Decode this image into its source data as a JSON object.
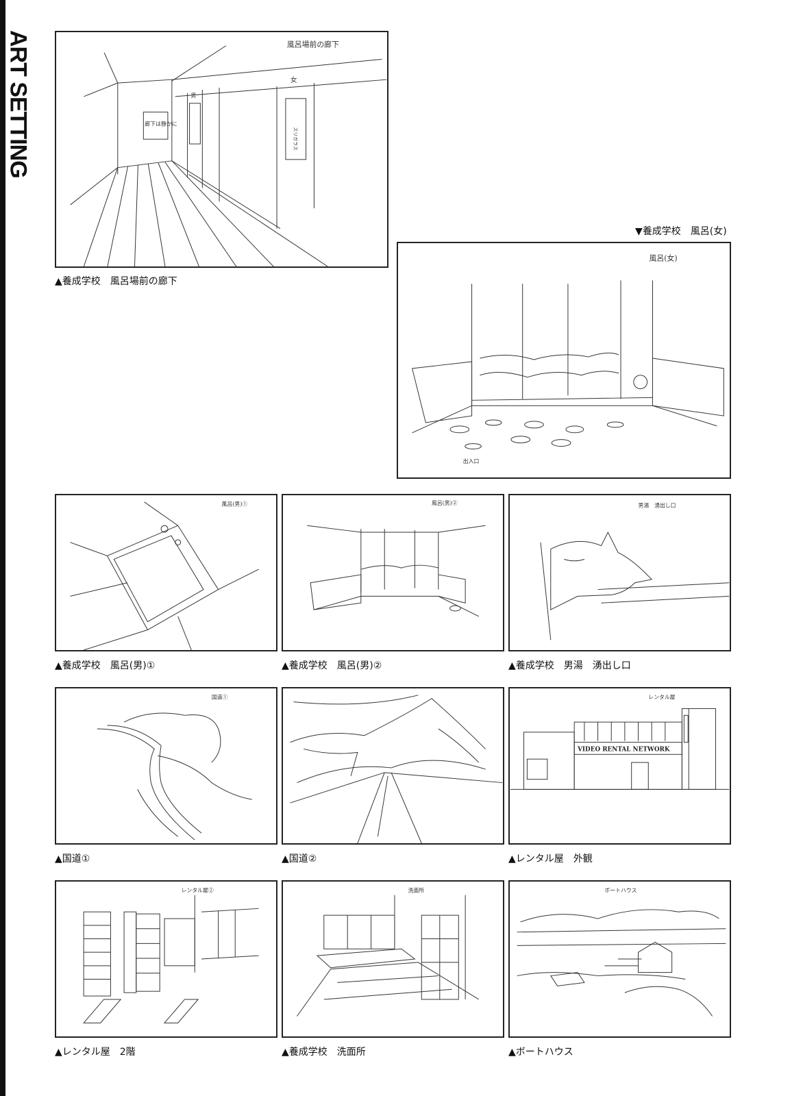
{
  "sidebar": {
    "title": "ART SETTING"
  },
  "captions": {
    "corridor": "▲養成学校　風呂場前の廊下",
    "bath_female": "▼養成学校　風呂(女)",
    "bath_male_1": "▲養成学校　風呂(男)①",
    "bath_male_2": "▲養成学校　風呂(男)②",
    "spout": "▲養成学校　男湯　湧出し口",
    "road_1": "▲国道①",
    "road_2": "▲国道②",
    "rental_exterior": "▲レンタル屋　外観",
    "rental_2f": "▲レンタル屋　2階",
    "washroom": "▲養成学校　洗面所",
    "boathouse": "▲ボートハウス"
  },
  "notes": {
    "corridor": "風呂場前の廊下",
    "corridor_sign": "廊下は静かに",
    "corridor_door_m": "男",
    "corridor_door_f": "女",
    "corridor_glass": "スリガラス",
    "bath_female": "風呂(女)",
    "bath_female_exit": "出入口",
    "bath_male_1": "風呂(男)①",
    "bath_male_2": "風呂(男)②",
    "spout": "男湯　湧出し口",
    "road_1": "国道①",
    "rental_exterior": "レンタル屋",
    "rental_sign": "VIDEO RENTAL NETWORK",
    "rental_2f": "レンタル屋②",
    "washroom": "洗面所",
    "boathouse": "ボートハウス"
  }
}
